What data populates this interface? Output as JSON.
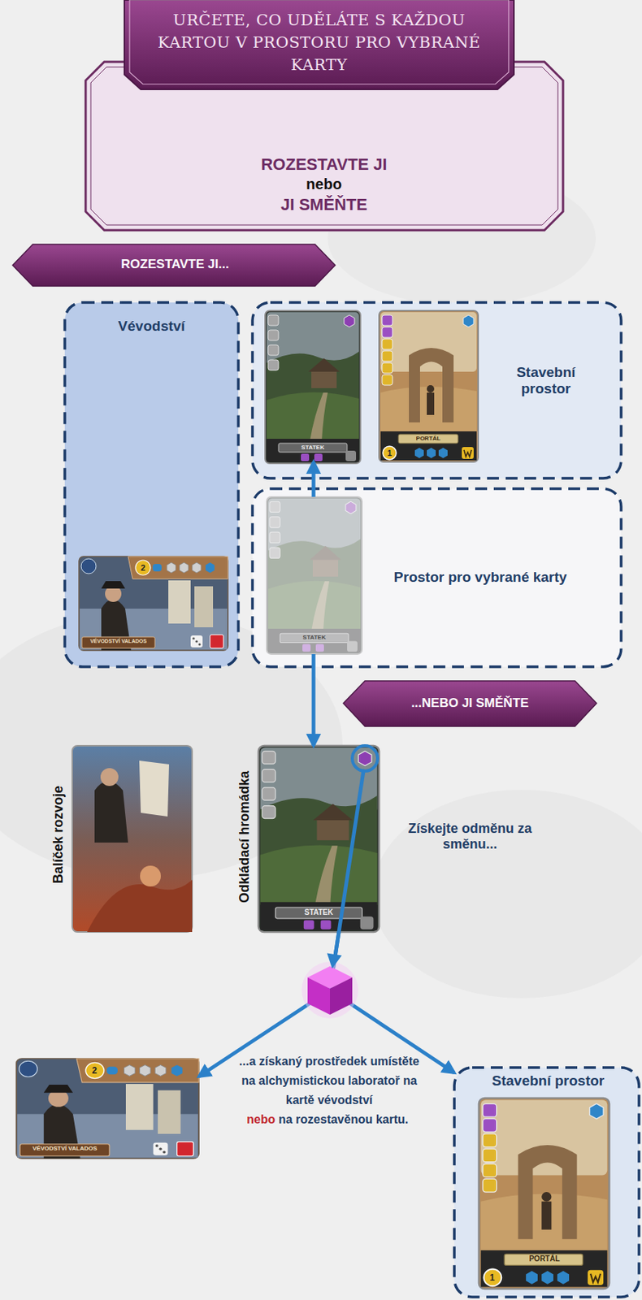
{
  "diagram": {
    "title": "URČETE, CO UDĚLÁTE S KAŽDOU KARTOU V PROSTORU PRO VYBRANÉ KARTY",
    "nodes": [
      {
        "text": [
          "ROZESTAVTE JI",
          "nebo",
          "JI SMĚŇTE"
        ]
      },
      {
        "text": [
          "ROZESTAVTE JI..."
        ]
      },
      {
        "text": [
          "Vévodství"
        ]
      },
      {
        "text": [
          "VÉVODSTVÍ VALADOS"
        ],
        "in": 2
      },
      {
        "text": [
          "Stavební prostor"
        ]
      },
      {
        "text": [
          "STATEK"
        ],
        "in": 4
      },
      {
        "text": [
          "PORTÁL"
        ],
        "in": 4
      },
      {
        "text": [
          "Prostor pro vybrané karty"
        ]
      },
      {
        "text": [
          "STATEK"
        ],
        "in": 7
      },
      {
        "text": [
          "...NEBO JI SMĚŇTE"
        ]
      },
      {
        "text": [
          "Balíček rozvoje"
        ]
      },
      {
        "text": [
          "Odkládací hromádka",
          "STATEK"
        ]
      },
      {
        "text": [
          "VÉVODSTVÍ VALADOS"
        ]
      },
      {
        "text": [
          "Stavební prostor"
        ]
      },
      {
        "text": [
          "PORTÁL"
        ],
        "in": 13
      }
    ],
    "edges": [
      {
        "from": 8,
        "to": 5,
        "arrow": "to"
      },
      {
        "from": 8,
        "to": 11,
        "arrow": "to"
      },
      {
        "from": 11,
        "to": 12,
        "arrow": "to"
      },
      {
        "from": 11,
        "to": 13,
        "arrow": "to"
      }
    ],
    "labels": [
      "Získejte odměnu za směnu...",
      "...a získaný prostředek umístěte na alchymistickou laboratoř na kartě vévodství",
      "nebo",
      "na rozestavěnou kartu.",
      "2",
      "1",
      "2",
      "1"
    ]
  }
}
